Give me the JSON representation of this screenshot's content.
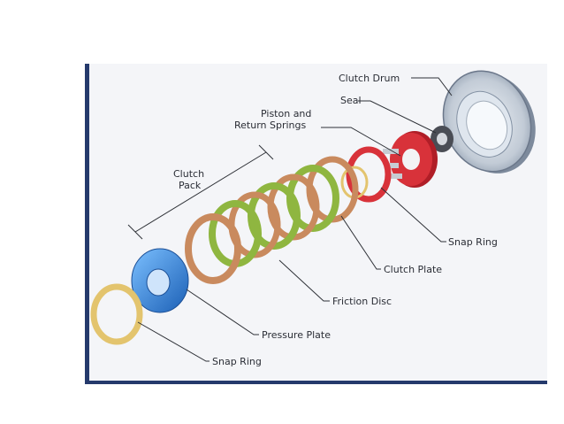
{
  "labels": {
    "clutch_drum": "Clutch Drum",
    "seal": "Seal",
    "piston_line1": "Piston and",
    "piston_line2": "Return Springs",
    "clutch_pack_line1": "Clutch",
    "clutch_pack_line2": "Pack",
    "snap_ring_right": "Snap Ring",
    "clutch_plate": "Clutch Plate",
    "friction_disc": "Friction Disc",
    "pressure_plate": "Pressure Plate",
    "snap_ring_left": "Snap Ring"
  },
  "colors": {
    "frame_border": "#253a6c",
    "steel_plate": "#c98a5e",
    "friction_disc": "#8fb640",
    "piston": "#d8323a",
    "pressure_plate": "#3a8fe0",
    "snap_ring": "#e3c46e",
    "drum": "#b9c3cf"
  }
}
